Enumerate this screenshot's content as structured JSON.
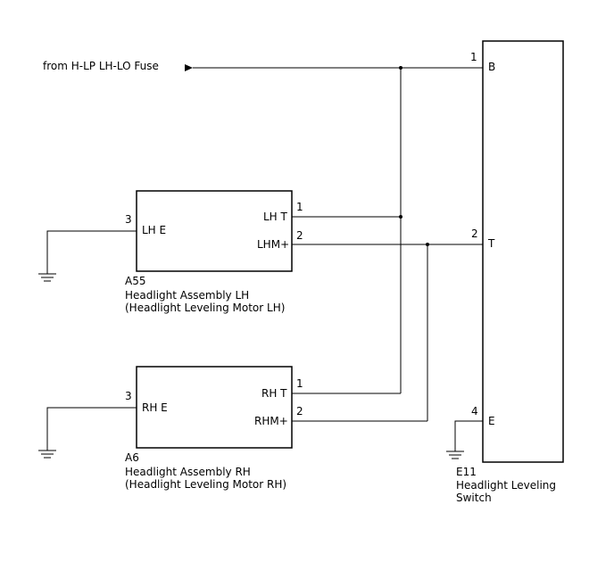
{
  "source": {
    "label": "from H-LP LH-LO Fuse"
  },
  "switch": {
    "code": "E11",
    "name_line1": "Headlight Leveling",
    "name_line2": "Switch",
    "pins": [
      {
        "num": "1",
        "label": "B"
      },
      {
        "num": "2",
        "label": "T"
      },
      {
        "num": "4",
        "label": "E"
      }
    ]
  },
  "lh": {
    "code": "A55",
    "name_line1": "Headlight Assembly LH",
    "name_line2": "(Headlight Leveling Motor LH)",
    "left_pin": {
      "num": "3",
      "label": "LH E"
    },
    "right_pins": [
      {
        "num": "1",
        "label": "LH T"
      },
      {
        "num": "2",
        "label": "LHM+"
      }
    ]
  },
  "rh": {
    "code": "A6",
    "name_line1": "Headlight Assembly RH",
    "name_line2": "(Headlight Leveling Motor RH)",
    "left_pin": {
      "num": "3",
      "label": "RH E"
    },
    "right_pins": [
      {
        "num": "1",
        "label": "RH T"
      },
      {
        "num": "2",
        "label": "RHM+"
      }
    ]
  }
}
